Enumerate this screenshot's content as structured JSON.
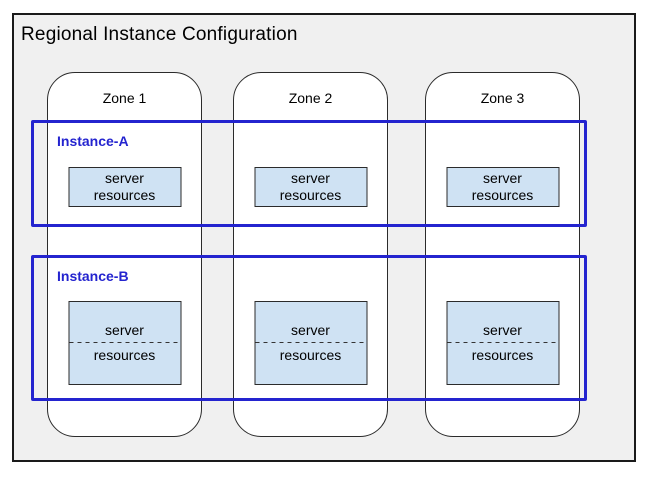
{
  "diagram": {
    "title": "Regional Instance Configuration",
    "zones": [
      {
        "label": "Zone 1"
      },
      {
        "label": "Zone 2"
      },
      {
        "label": "Zone 3"
      }
    ],
    "instances": [
      {
        "label": "Instance-A"
      },
      {
        "label": "Instance-B"
      }
    ],
    "server_box": {
      "line1": "server",
      "line2": "resources"
    },
    "colors": {
      "frame_background": "#f0f0f0",
      "frame_border": "#1a1a1a",
      "zone_background": "#ffffff",
      "zone_border": "#2b2b2b",
      "instance_border": "#2424cf",
      "instance_label_text": "#2424cf",
      "server_box_fill": "#cfe2f3",
      "server_box_border": "#2b2b2b",
      "text": "#000000"
    }
  }
}
